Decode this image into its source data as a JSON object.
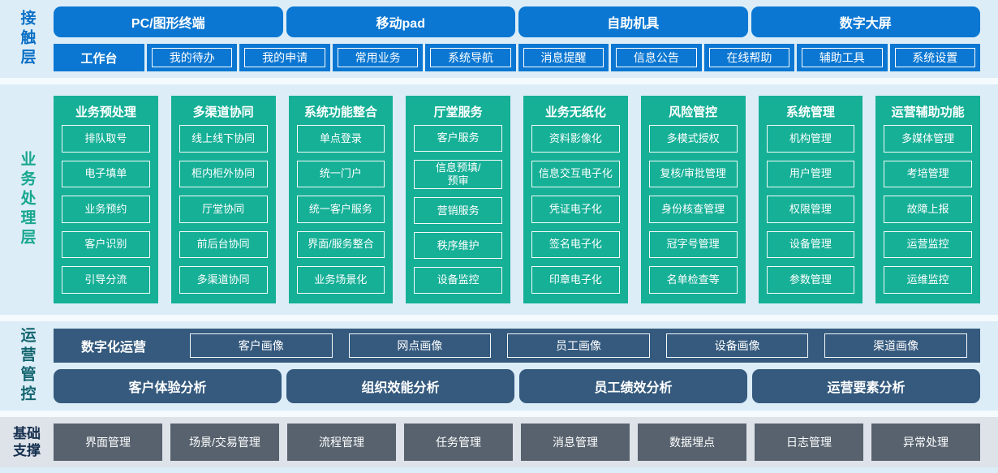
{
  "colors": {
    "accent_blue": "#0b77d2",
    "teal_green": "#16b097",
    "slate_blue": "#355a7e",
    "dark_gray": "#57626e",
    "page_bg": "#dcedf8",
    "foundation_band_bg": "#dee2e9"
  },
  "layers": {
    "contact": {
      "label": "接触层",
      "channels": [
        "PC/图形终端",
        "移动pad",
        "自助机具",
        "数字大屏"
      ],
      "workbench": {
        "label": "工作台",
        "items": [
          "我的待办",
          "我的申请",
          "常用业务",
          "系统导航",
          "消息提醒",
          "信息公告",
          "在线帮助",
          "辅助工具",
          "系统设置"
        ]
      }
    },
    "business": {
      "label": "业务处理层",
      "columns": [
        {
          "title": "业务预处理",
          "items": [
            "排队取号",
            "电子填单",
            "业务预约",
            "客户识别",
            "引导分流"
          ]
        },
        {
          "title": "多渠道协同",
          "items": [
            "线上线下协同",
            "柜内柜外协同",
            "厅堂协同",
            "前后台协同",
            "多渠道协同"
          ]
        },
        {
          "title": "系统功能整合",
          "items": [
            "单点登录",
            "统一门户",
            "统一客户服务",
            "界面/服务整合",
            "业务场景化"
          ]
        },
        {
          "title": "厅堂服务",
          "items": [
            "客户服务",
            "信息预填/\n预审",
            "营销服务",
            "秩序维护",
            "设备监控"
          ]
        },
        {
          "title": "业务无纸化",
          "items": [
            "资料影像化",
            "信息交互电子化",
            "凭证电子化",
            "签名电子化",
            "印章电子化"
          ]
        },
        {
          "title": "风险管控",
          "items": [
            "多模式授权",
            "复核/审批管理",
            "身份核查管理",
            "冠字号管理",
            "名单检查等"
          ]
        },
        {
          "title": "系统管理",
          "items": [
            "机构管理",
            "用户管理",
            "权限管理",
            "设备管理",
            "参数管理"
          ]
        },
        {
          "title": "运营辅助功能",
          "items": [
            "多媒体管理",
            "考培管理",
            "故障上报",
            "运营监控",
            "运维监控"
          ]
        }
      ]
    },
    "operations": {
      "label": "运营管控",
      "digital": {
        "label": "数字化运营",
        "items": [
          "客户画像",
          "网点画像",
          "员工画像",
          "设备画像",
          "渠道画像"
        ]
      },
      "analysis": [
        "客户体验分析",
        "组织效能分析",
        "员工绩效分析",
        "运营要素分析"
      ]
    },
    "foundation": {
      "label": "基础\n支撑",
      "items": [
        "界面管理",
        "场景/交易管理",
        "流程管理",
        "任务管理",
        "消息管理",
        "数据埋点",
        "日志管理",
        "异常处理"
      ]
    }
  }
}
